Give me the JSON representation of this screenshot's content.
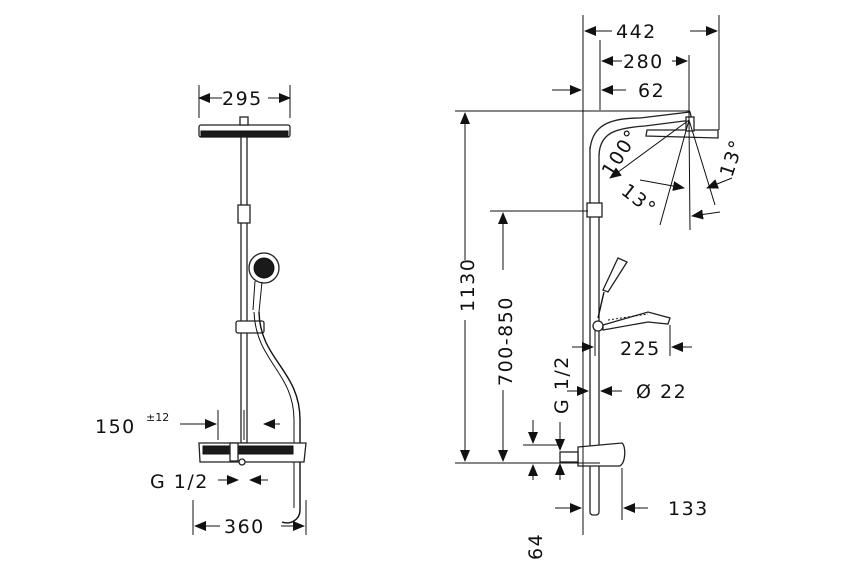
{
  "front_view": {
    "width_head": "295",
    "thermostat_offset": "150",
    "thermostat_offset_tolerance": "±12",
    "connection_thread": "G 1/2",
    "thermostat_width": "360"
  },
  "side_view": {
    "total_projection": "442",
    "head_projection": "280",
    "wall_distance": "62",
    "arm_angle": "100°",
    "tilt_angle_1": "13°",
    "tilt_angle_2": "13°",
    "total_height": "1130",
    "adjustable_height": "700-850",
    "hand_shower_length": "225",
    "thread": "G 1/2",
    "rod_diameter": "Ø 22",
    "rail_offset": "133",
    "connection_height": "64"
  }
}
